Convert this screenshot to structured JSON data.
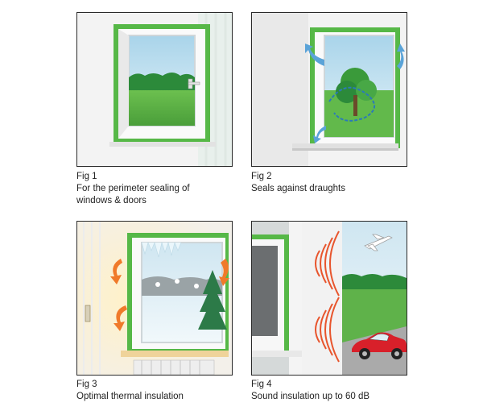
{
  "figures": [
    {
      "label": "Fig 1",
      "lines": [
        "For the perimeter sealing of",
        "windows & doors"
      ],
      "illustration": "window-perimeter-seal-illustration"
    },
    {
      "label": "Fig 2",
      "lines": [
        "Seals against draughts"
      ],
      "illustration": "draught-seal-illustration"
    },
    {
      "label": "Fig 3",
      "lines": [
        "Optimal thermal insulation"
      ],
      "illustration": "thermal-insulation-illustration"
    },
    {
      "label": "Fig 4",
      "lines": [
        "Sound insulation up to 60 dB"
      ],
      "illustration": "sound-insulation-illustration"
    }
  ],
  "colors": {
    "seal_green": "#56b847",
    "sky": "#bfe0ee",
    "grass": "#5fb24a",
    "trees": "#2c8a3a",
    "heat": "#f07a2a",
    "sound": "#e8552d",
    "car": "#d8202a"
  }
}
